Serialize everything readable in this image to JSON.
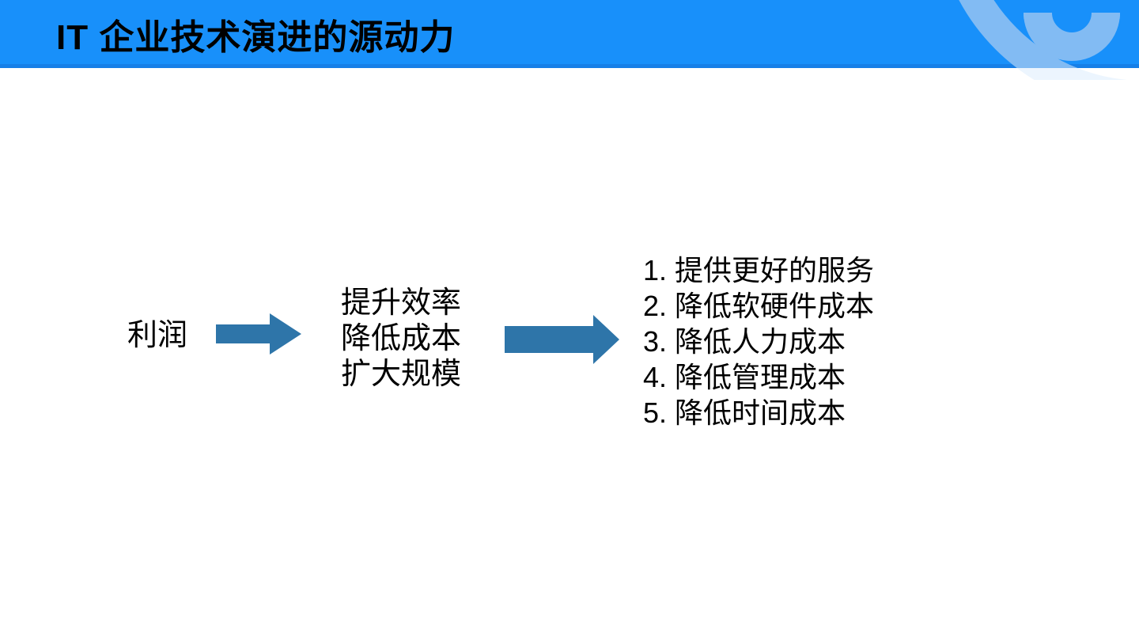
{
  "header": {
    "title": "IT 企业技术演进的源动力"
  },
  "flow": {
    "source": "利润",
    "drivers": [
      "提升效率",
      "降低成本",
      "扩大规模"
    ],
    "outcomes": [
      "1. 提供更好的服务",
      "2. 降低软硬件成本",
      "3. 降低人力成本",
      "4. 降低管理成本",
      "5. 降低时间成本"
    ]
  },
  "icons": {
    "arrow": "right-arrow-icon",
    "logo": "brand-u-logo"
  },
  "colors": {
    "header_blue": "#1890FA",
    "header_edge_blue": "#1576DD",
    "logo_light_blue": "#82BBF3",
    "strip_light_blue": "#DCEBFA",
    "arrow_blue": "#2E75A9",
    "text_color": "#000000",
    "background": "#FFFFFF"
  }
}
